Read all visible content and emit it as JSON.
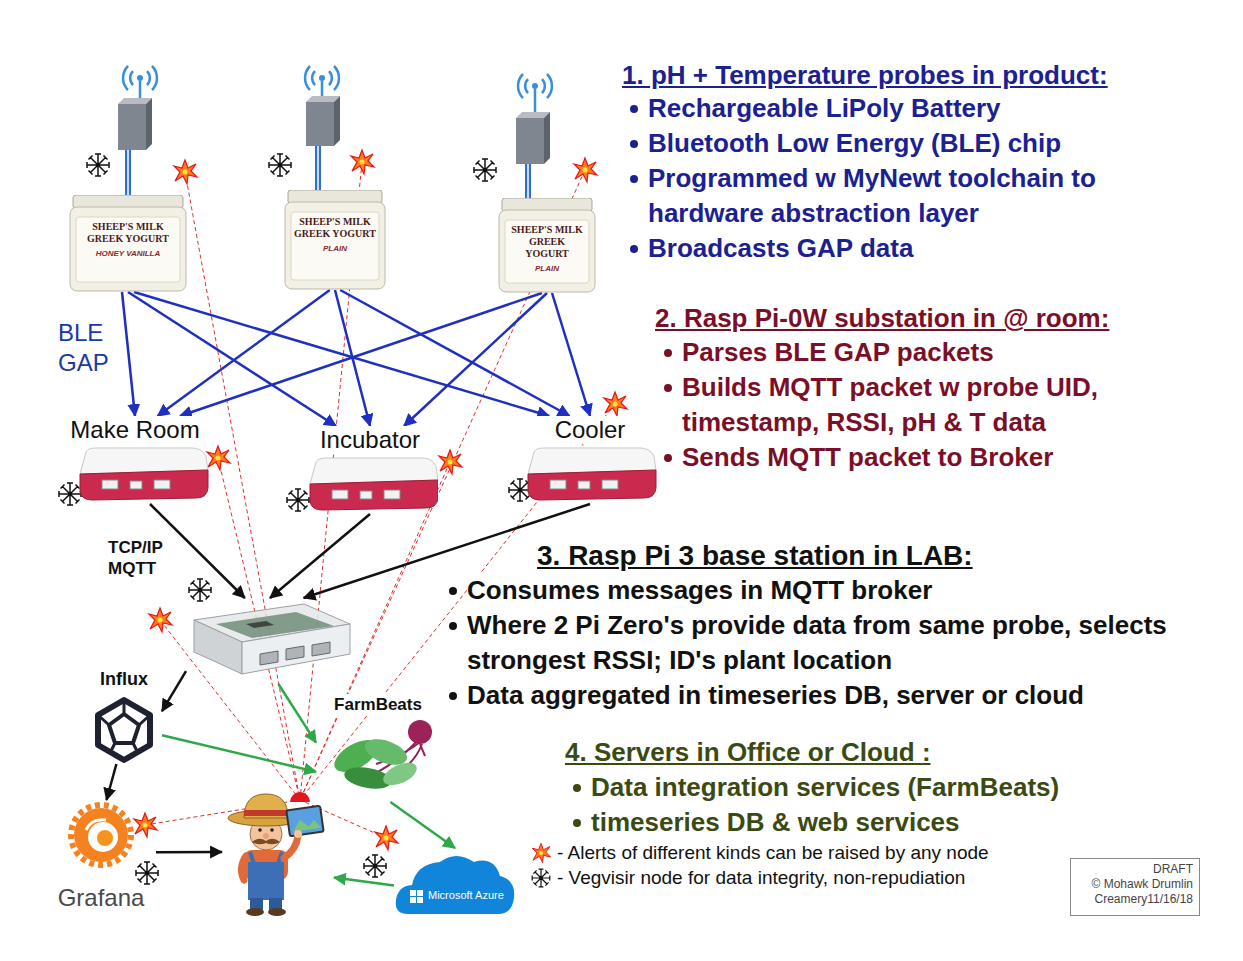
{
  "diagram": {
    "nodes": [
      {
        "text": [
          "SHEEP'S MILK GREEK YOGURT",
          "HONEY VANILLA"
        ]
      },
      {
        "text": [
          "SHEEP'S MILK GREEK YOGURT",
          "PLAIN"
        ]
      },
      {
        "text": [
          "SHEEP'S MILK GREEK YOGURT",
          "PLAIN"
        ]
      },
      {
        "text": [
          "Make Room"
        ]
      },
      {
        "text": [
          "Incubator"
        ]
      },
      {
        "text": [
          "Cooler"
        ]
      },
      {
        "text": []
      },
      {
        "text": [
          "Influx"
        ]
      },
      {
        "text": [
          "FarmBeats"
        ]
      },
      {
        "text": [
          "Grafana"
        ]
      },
      {
        "text": []
      },
      {
        "text": [
          "Microsoft Azure"
        ]
      },
      {
        "text": [
          "DRAFT",
          "© Mohawk Drumlin Creamery11/16/18"
        ]
      }
    ],
    "edges": [
      {
        "from": 0,
        "to": 3,
        "arrow": "to"
      },
      {
        "from": 0,
        "to": 4,
        "arrow": "to"
      },
      {
        "from": 0,
        "to": 5,
        "arrow": "to"
      },
      {
        "from": 1,
        "to": 3,
        "arrow": "to"
      },
      {
        "from": 1,
        "to": 4,
        "arrow": "to"
      },
      {
        "from": 1,
        "to": 5,
        "arrow": "to"
      },
      {
        "from": 2,
        "to": 3,
        "arrow": "to"
      },
      {
        "from": 2,
        "to": 4,
        "arrow": "to"
      },
      {
        "from": 2,
        "to": 5,
        "arrow": "to"
      },
      {
        "from": 3,
        "to": 6,
        "arrow": "to"
      },
      {
        "from": 4,
        "to": 6,
        "arrow": "to"
      },
      {
        "from": 5,
        "to": 6,
        "arrow": "to"
      },
      {
        "from": 6,
        "to": 7,
        "arrow": "to"
      },
      {
        "from": 6,
        "to": 8,
        "arrow": "to"
      },
      {
        "from": 7,
        "to": 8,
        "arrow": "to"
      },
      {
        "from": 7,
        "to": 9,
        "arrow": "to"
      },
      {
        "from": 9,
        "to": 10,
        "arrow": "to"
      },
      {
        "from": 8,
        "to": 11,
        "arrow": "to"
      },
      {
        "from": 11,
        "to": 10,
        "arrow": "to"
      }
    ],
    "labels": [
      "1. pH + Temperature probes in product:",
      "Rechargeable LiPoly Battery",
      "Bluetooth Low Energy (BLE) chip",
      "Programmed w MyNewt toolchain to hardware abstraction layer",
      "Broadcasts GAP data",
      "2. Rasp Pi-0W substation in @ room:",
      "Parses BLE GAP packets",
      "Builds MQTT packet w probe UID, timestamp, RSSI, pH & T data",
      "Sends MQTT packet to Broker",
      "3. Rasp Pi 3 base station in LAB:",
      "Consumes messages in MQTT broker",
      "Where 2 Pi Zero's provide data from same probe, selects strongest RSSI; ID's plant location",
      "Data aggregated in timeseries DB, server or cloud",
      "4. Servers in Office or Cloud :",
      "Data integration services (FarmBeats)",
      "timeseries DB & web services",
      "BLE GAP",
      "TCP/IP MQTT"
    ],
    "legend": [
      {
        "text": "- Alerts of different kinds can be raised by any node"
      },
      {
        "text": "- Vegvisir node for data integrity, non-repudiation"
      }
    ]
  }
}
